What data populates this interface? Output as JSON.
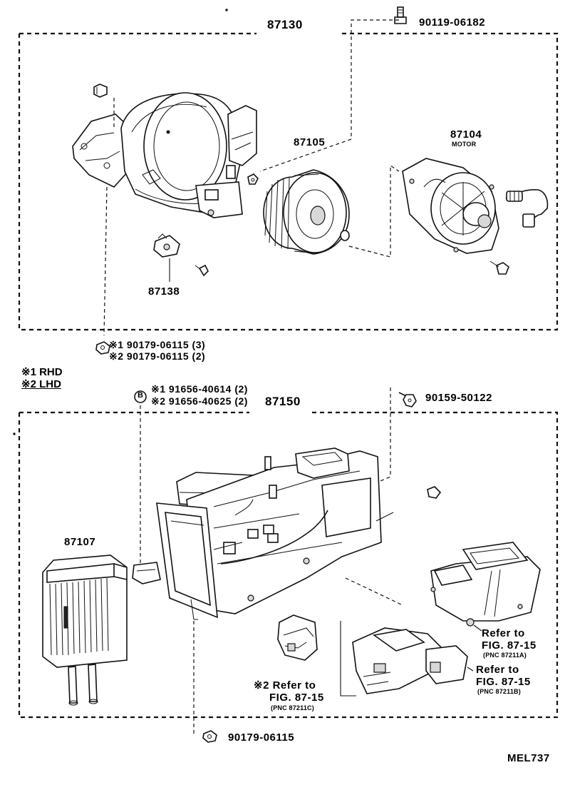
{
  "upper_group": {
    "assembly": "87130",
    "bolt_top": "90119-06182",
    "fan": "87105",
    "motor_part": "87104",
    "motor_label": "MOTOR",
    "resistor": "87138",
    "nut_rhd": "※1 90179-06115 (3)",
    "nut_lhd": "※2 90179-06115 (2)"
  },
  "legend": {
    "rhd": "※1 RHD",
    "lhd": "※2 LHD"
  },
  "lower_group": {
    "clip_rhd": "※1 91656-40614 (2)",
    "clip_lhd": "※2 91656-40625 (2)",
    "clip_marker": "B",
    "assembly": "87150",
    "screw": "90159-50122",
    "core": "87107",
    "nut_bottom": "90179-06115",
    "ref_c_prefix": "※2 Refer to",
    "ref_c_fig": "FIG. 87-15",
    "ref_c_pnc": "(PNC 87211C)",
    "ref_a_prefix": "Refer to",
    "ref_a_fig": "FIG. 87-15",
    "ref_a_pnc": "(PNC 87211A)",
    "ref_b_prefix": "Refer to",
    "ref_b_fig": "FIG. 87-15",
    "ref_b_pnc": "(PNC 87211B)"
  },
  "figure_code": "MEL737"
}
